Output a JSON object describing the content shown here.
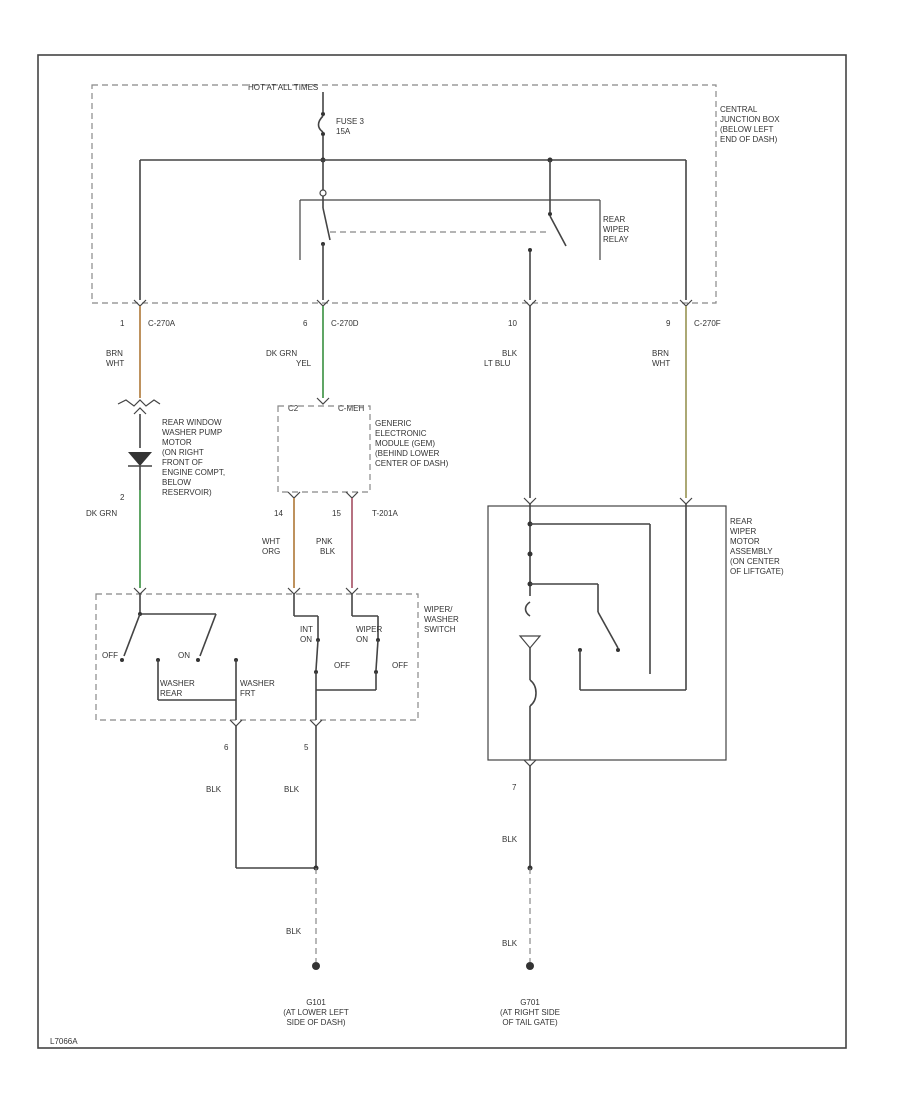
{
  "colors": {
    "orange": "#f2b46a",
    "green": "#6ccf74",
    "pink": "#e8869c",
    "yellow": "#d8d48a",
    "lineart": "#444444"
  },
  "top": {
    "power_source": "HOT AT ALL TIMES",
    "fuse": [
      "FUSE 3",
      "15A"
    ],
    "cjb_note": [
      "CENTRAL",
      "JUNCTION BOX",
      "(BELOW LEFT",
      "END OF DASH)"
    ],
    "relay_label": [
      "REAR",
      "WIPER",
      "RELAY"
    ]
  },
  "wires": {
    "w1": {
      "pin": "1",
      "circuit": "C-270A",
      "color": [
        "BRN",
        "WHT"
      ]
    },
    "w2": {
      "pin": "6",
      "circuit": "C-270D",
      "color": [
        "DK GRN",
        "YEL"
      ]
    },
    "w3": {
      "pin": "10",
      "color": [
        "BLK",
        "LT BLU"
      ]
    },
    "w4": {
      "pin": "9",
      "circuit": "C-270F",
      "color": [
        "BRN",
        "WHT"
      ]
    },
    "pump_out": {
      "pin": "2",
      "color": "DK GRN"
    },
    "gem_14": {
      "pin": "14",
      "color": [
        "WHT",
        "ORG"
      ]
    },
    "gem_15": {
      "pin": "15",
      "circuit": "T-201A",
      "color": [
        "PNK",
        "BLK"
      ]
    },
    "ground_a": {
      "pin": "6",
      "color": "BLK"
    },
    "ground_b": {
      "pin": "5",
      "color": "BLK"
    },
    "ground_c": {
      "pin": "7",
      "color": "BLK"
    },
    "blk_lower": "BLK"
  },
  "components": {
    "pump": [
      "REAR WINDOW",
      "WASHER PUMP",
      "MOTOR",
      "(ON RIGHT",
      "FRONT OF",
      "ENGINE COMPT,",
      "BELOW",
      "RESERVOIR)"
    ],
    "gem_connectors": [
      "C2",
      "C-MEH"
    ],
    "gem": [
      "GENERIC",
      "ELECTRONIC",
      "MODULE (GEM)",
      "(BEHIND LOWER",
      "CENTER OF DASH)"
    ],
    "switch": [
      "WIPER/",
      "WASHER",
      "SWITCH"
    ],
    "switch_labels": {
      "off1": "OFF",
      "on1": "ON",
      "washer_left": [
        "WASHER",
        "REAR"
      ],
      "washer_right": [
        "WASHER",
        "FRT"
      ],
      "int": [
        "INT",
        "ON"
      ],
      "wiper": [
        "WIPER",
        "ON"
      ],
      "off2": "OFF",
      "off3": "OFF"
    },
    "motor": [
      "REAR",
      "WIPER",
      "MOTOR",
      "ASSEMBLY",
      "(ON CENTER",
      "OF LIFTGATE)"
    ]
  },
  "grounds": {
    "g1": [
      "G101",
      "(AT LOWER LEFT",
      "SIDE OF DASH)"
    ],
    "g2": [
      "G701",
      "(AT RIGHT SIDE",
      "OF TAIL GATE)"
    ]
  },
  "footer": "L7066A"
}
